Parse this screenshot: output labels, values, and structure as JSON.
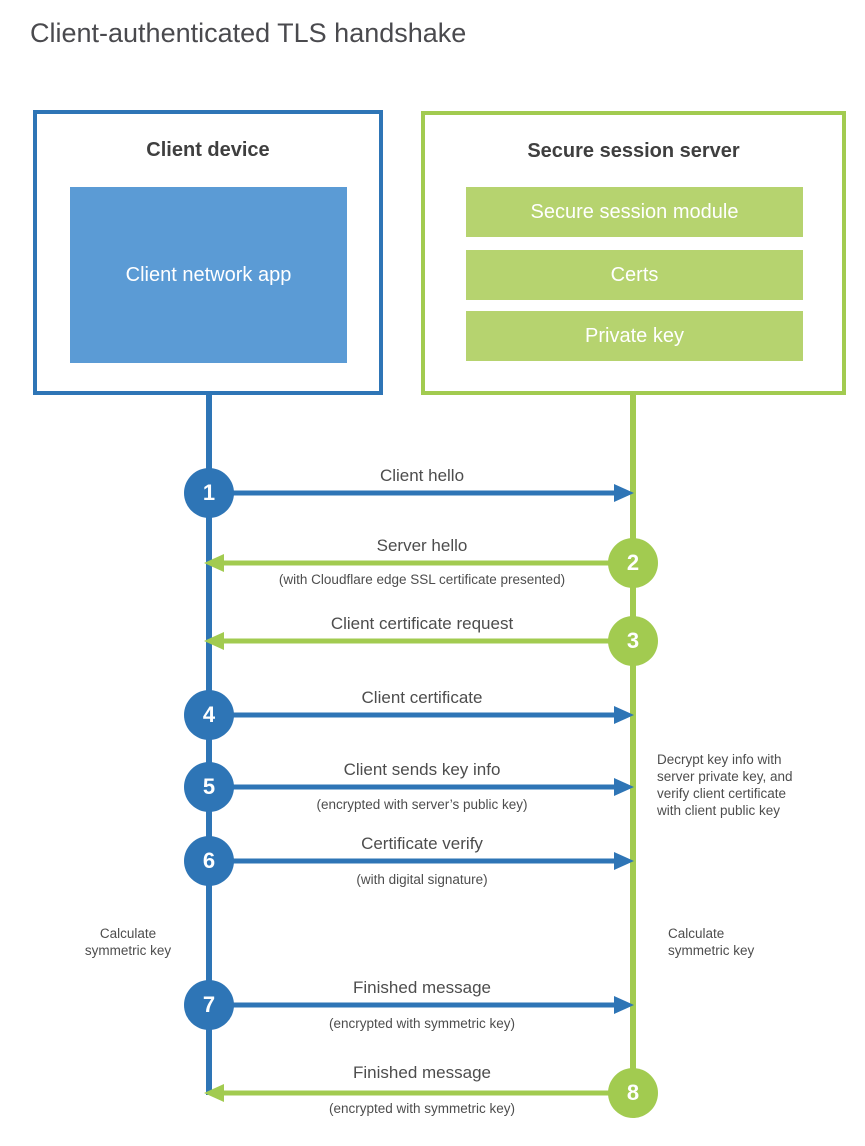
{
  "page": {
    "title": "Client-authenticated TLS handshake"
  },
  "colors": {
    "client_blue": "#2e75b6",
    "client_fill_blue": "#5b9bd5",
    "server_green": "#a2cb50",
    "server_fill_green": "#b6d36f",
    "text_dark": "#3f3f3f",
    "text_label": "#4d4d4d"
  },
  "client": {
    "title": "Client device",
    "app_label": "Client network app"
  },
  "server": {
    "title": "Secure session server",
    "modules": [
      "Secure session module",
      "Certs",
      "Private key"
    ]
  },
  "messages": [
    {
      "num": "1",
      "from": "client",
      "direction": "right",
      "label": "Client hello",
      "sublabel": ""
    },
    {
      "num": "2",
      "from": "server",
      "direction": "left",
      "label": "Server hello",
      "sublabel": "(with Cloudflare edge SSL certificate presented)"
    },
    {
      "num": "3",
      "from": "server",
      "direction": "left",
      "label": "Client certificate request",
      "sublabel": ""
    },
    {
      "num": "4",
      "from": "client",
      "direction": "right",
      "label": "Client certificate",
      "sublabel": ""
    },
    {
      "num": "5",
      "from": "client",
      "direction": "right",
      "label": "Client sends key info",
      "sublabel": "(encrypted with server’s public key)"
    },
    {
      "num": "6",
      "from": "client",
      "direction": "right",
      "label": "Certificate verify",
      "sublabel": "(with digital signature)"
    },
    {
      "num": "7",
      "from": "client",
      "direction": "right",
      "label": "Finished message",
      "sublabel": "(encrypted with symmetric key)"
    },
    {
      "num": "8",
      "from": "server",
      "direction": "left",
      "label": "Finished message",
      "sublabel": "(encrypted with symmetric key)"
    }
  ],
  "notes": {
    "server_side_note": "Decrypt key info with server private key, and verify client certificate with client public key",
    "calc_left": "Calculate\nsymmetric key",
    "calc_right": "Calculate\nsymmetric key"
  }
}
